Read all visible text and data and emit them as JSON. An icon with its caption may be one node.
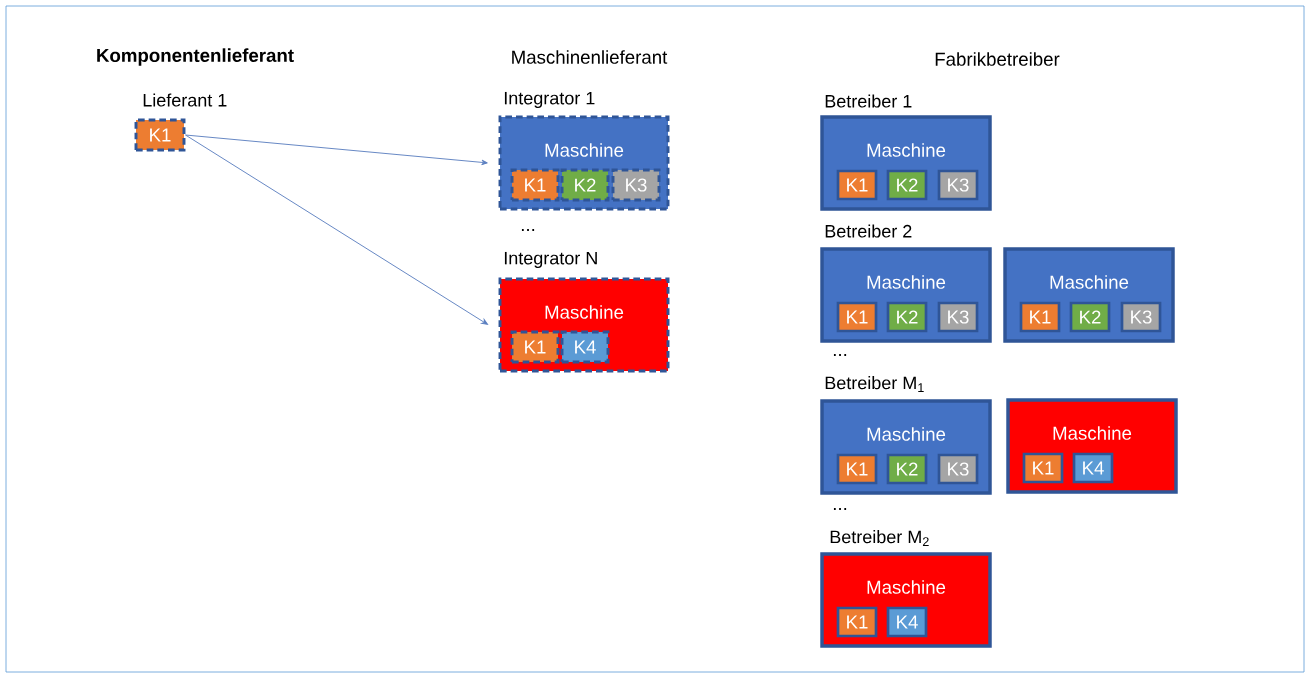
{
  "diagram": {
    "nodes": [
      {
        "text": [
          "K1"
        ],
        "beside": [
          "Lieferant 1"
        ]
      },
      {
        "text": [
          "Maschine"
        ],
        "beside": [
          "Integrator 1"
        ]
      },
      {
        "text": [
          "K1"
        ],
        "in": 1
      },
      {
        "text": [
          "K2"
        ],
        "in": 1
      },
      {
        "text": [
          "K3"
        ],
        "in": 1
      },
      {
        "text": [
          "Maschine"
        ],
        "beside": [
          "Integrator N"
        ]
      },
      {
        "text": [
          "K1"
        ],
        "in": 5
      },
      {
        "text": [
          "K4"
        ],
        "in": 5
      },
      {
        "text": [
          "Maschine"
        ],
        "beside": [
          "Betreiber 1"
        ]
      },
      {
        "text": [
          "K1"
        ],
        "in": 8
      },
      {
        "text": [
          "K2"
        ],
        "in": 8
      },
      {
        "text": [
          "K3"
        ],
        "in": 8
      },
      {
        "text": [
          "Maschine"
        ],
        "beside": [
          "Betreiber 2"
        ]
      },
      {
        "text": [
          "K1"
        ],
        "in": 12
      },
      {
        "text": [
          "K2"
        ],
        "in": 12
      },
      {
        "text": [
          "K3"
        ],
        "in": 12
      },
      {
        "text": [
          "Maschine"
        ]
      },
      {
        "text": [
          "K1"
        ],
        "in": 16
      },
      {
        "text": [
          "K2"
        ],
        "in": 16
      },
      {
        "text": [
          "K3"
        ],
        "in": 16
      },
      {
        "text": [
          "Maschine"
        ],
        "beside": [
          "Betreiber M$_{1}$"
        ]
      },
      {
        "text": [
          "K1"
        ],
        "in": 20
      },
      {
        "text": [
          "K2"
        ],
        "in": 20
      },
      {
        "text": [
          "K3"
        ],
        "in": 20
      },
      {
        "text": [
          "Maschine"
        ]
      },
      {
        "text": [
          "K1"
        ],
        "in": 24
      },
      {
        "text": [
          "K4"
        ],
        "in": 24
      },
      {
        "text": [
          "Maschine"
        ],
        "beside": [
          "Betreiber M$_{2}$"
        ]
      },
      {
        "text": [
          "K1"
        ],
        "in": 27
      },
      {
        "text": [
          "K4"
        ],
        "in": 27
      }
    ],
    "edges": [
      {
        "from": 0,
        "to": 1,
        "arrow": "to"
      },
      {
        "from": 0,
        "to": 5,
        "arrow": "to"
      }
    ],
    "labels": [
      "Komponentenlieferant",
      "Maschinenlieferant",
      "Fabrikbetreiber",
      "...",
      "...",
      "..."
    ]
  }
}
